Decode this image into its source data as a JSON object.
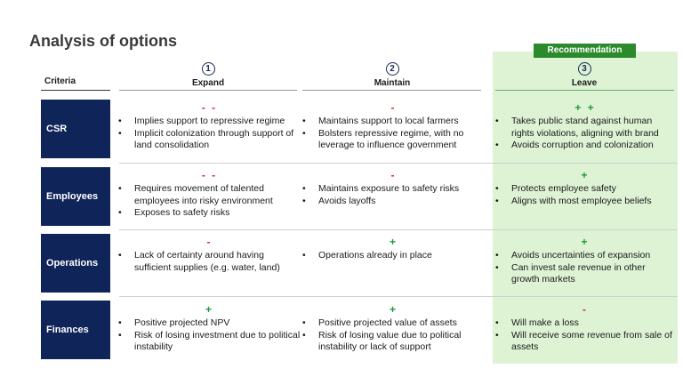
{
  "title": "Analysis of options",
  "recommendation_badge": "Recommendation",
  "criteria_header": "Criteria",
  "options": [
    {
      "num": "1",
      "label": "Expand"
    },
    {
      "num": "2",
      "label": "Maintain"
    },
    {
      "num": "3",
      "label": "Leave"
    }
  ],
  "rows": [
    {
      "label": "CSR",
      "cells": [
        {
          "rating": "- -",
          "tone": "negative",
          "bullets": [
            "Implies support to repressive regime",
            "Implicit colonization through support of land consolidation"
          ]
        },
        {
          "rating": "-",
          "tone": "negative",
          "bullets": [
            "Maintains support to local farmers",
            "Bolsters repressive regime, with no leverage to influence government"
          ]
        },
        {
          "rating": "+ +",
          "tone": "positive",
          "bullets": [
            "Takes public stand against human rights violations, aligning with brand",
            "Avoids corruption and colonization"
          ]
        }
      ]
    },
    {
      "label": "Employees",
      "cells": [
        {
          "rating": "- -",
          "tone": "negative",
          "bullets": [
            "Requires movement of talented employees into risky environment",
            "Exposes to safety risks"
          ]
        },
        {
          "rating": "-",
          "tone": "negative",
          "bullets": [
            "Maintains exposure to safety risks",
            "Avoids layoffs"
          ]
        },
        {
          "rating": "+",
          "tone": "positive",
          "bullets": [
            "Protects employee safety",
            "Aligns with most employee beliefs"
          ]
        }
      ]
    },
    {
      "label": "Operations",
      "cells": [
        {
          "rating": "-",
          "tone": "negative",
          "bullets": [
            "Lack of certainty around having sufficient supplies (e.g. water, land)"
          ]
        },
        {
          "rating": "+",
          "tone": "positive",
          "bullets": [
            "Operations already in place"
          ]
        },
        {
          "rating": "+",
          "tone": "positive",
          "bullets": [
            "Avoids uncertainties of expansion",
            "Can invest sale revenue in other growth markets"
          ]
        }
      ]
    },
    {
      "label": "Finances",
      "cells": [
        {
          "rating": "+",
          "tone": "positive",
          "bullets": [
            "Positive projected NPV",
            "Risk of losing investment due to political instability"
          ]
        },
        {
          "rating": "+",
          "tone": "positive",
          "bullets": [
            "Positive projected value of assets",
            "Risk of losing value due to political instability or lack of support"
          ]
        },
        {
          "rating": "-",
          "tone": "negative",
          "bullets": [
            "Will make a loss",
            "Will receive some revenue from sale of assets"
          ]
        }
      ]
    }
  ],
  "colors": {
    "row_label_bg": "#0f2458",
    "recommendation_bg": "#ddf3d4",
    "badge_bg": "#2b8a2b",
    "negative": "#e0251b",
    "positive": "#1f9a3a"
  }
}
